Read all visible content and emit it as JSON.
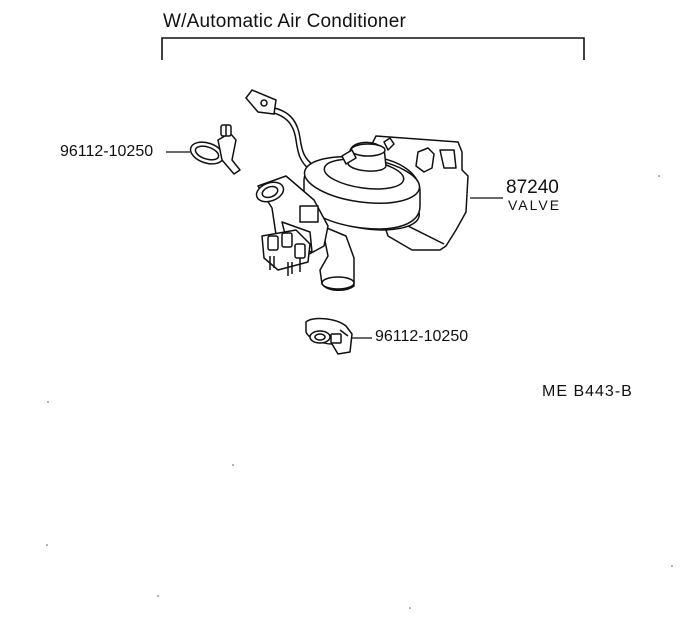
{
  "diagram": {
    "title": "W/Automatic Air Conditioner",
    "parts": [
      {
        "number": "87240",
        "name": "VALVE"
      },
      {
        "number": "96112-10250"
      },
      {
        "number": "96112-10250"
      }
    ],
    "reference_code": "ME  B443-B"
  }
}
